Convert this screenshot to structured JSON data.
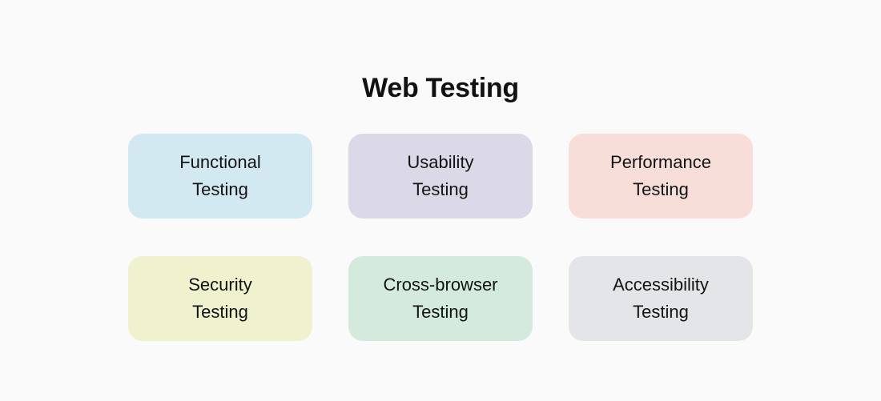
{
  "page": {
    "background_color": "#fafafa",
    "text_color": "#131313"
  },
  "title": "Web Testing",
  "cards": [
    {
      "id": "functional-testing",
      "line1": "Functional",
      "line2": "Testing",
      "color": "#d3e9f2"
    },
    {
      "id": "usability-testing",
      "line1": "Usability",
      "line2": "Testing",
      "color": "#dbd9e7"
    },
    {
      "id": "performance-testing",
      "line1": "Performance",
      "line2": "Testing",
      "color": "#f7ded9"
    },
    {
      "id": "security-testing",
      "line1": "Security",
      "line2": "Testing",
      "color": "#f0f1cd"
    },
    {
      "id": "cross-browser-testing",
      "line1": "Cross-browser",
      "line2": "Testing",
      "color": "#d3eadd"
    },
    {
      "id": "accessibility-testing",
      "line1": "Accessibility",
      "line2": "Testing",
      "color": "#e3e5e8"
    }
  ]
}
